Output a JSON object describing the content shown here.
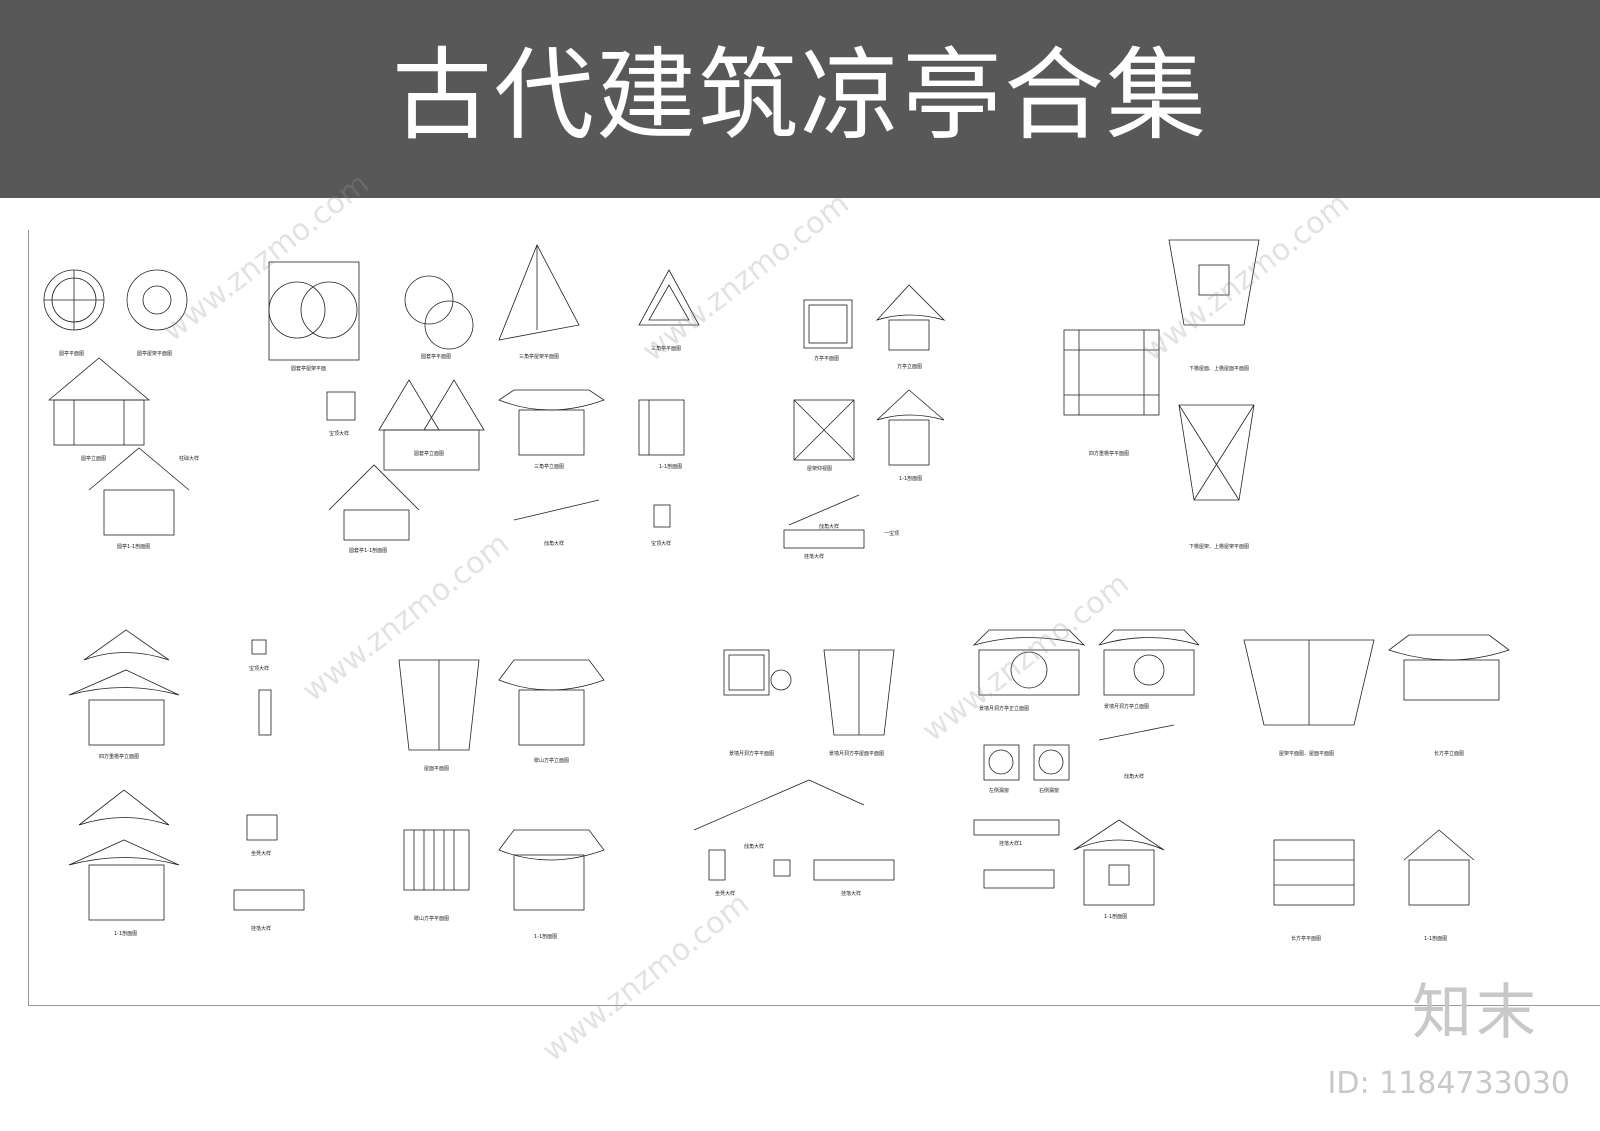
{
  "title": "古代建筑凉亭合集",
  "brand": "知末",
  "id_label": "ID: 1184733030",
  "watermark": "www.znzmo.com",
  "colors": {
    "banner": "#585858",
    "line": "#222222"
  },
  "drawings": [
    {
      "group": "round-pavilion",
      "labels": [
        "圆亭平面图",
        "圆亭屋架平面图",
        "圆亭立面图",
        "柱础大样",
        "圆亭1-1剖面图"
      ]
    },
    {
      "group": "double-round-pavilion",
      "labels": [
        "圆套亭屋架平面",
        "圆套亭平面图",
        "宝顶大样",
        "圆套亭立面图",
        "圆套亭1-1剖面图"
      ]
    },
    {
      "group": "triangle-pavilion",
      "labels": [
        "三角亭屋架平面图",
        "三角亭平面图",
        "三角亭立面图",
        "1-1剖面图",
        "戗角大样",
        "宝顶大样"
      ]
    },
    {
      "group": "square-pavilion",
      "labels": [
        "方亭平面图",
        "方亭立面图",
        "屋架仰视图",
        "1-1剖面图",
        "一宝顶",
        "戗角大样",
        "挂落大样"
      ]
    },
    {
      "group": "four-square-double-eave",
      "labels": [
        "四方重檐亭平面图",
        "下檐屋面、上檐屋面平面图",
        "下檐屋架、上檐屋架平面图"
      ]
    },
    {
      "group": "double-eave-elevation",
      "labels": [
        "四方重檐亭立面图",
        "宝顶大样",
        "坐凳大样",
        "挂落大样",
        "1-1剖面图"
      ]
    },
    {
      "group": "xieshan-square",
      "labels": [
        "屋面平面图",
        "歇山方亭立面图",
        "歇山方亭平面图",
        "1-1剖面图"
      ]
    },
    {
      "group": "jingqiang-pavilion",
      "labels": [
        "景墙月洞方亭平面图",
        "景墙月洞方亭屋面平面图",
        "戗角大样",
        "坐凳大样",
        "挂落大样"
      ]
    },
    {
      "group": "moon-gate",
      "labels": [
        "景墙月洞方亭正立面图",
        "景墙月洞方亭立面图",
        "左侧漏窗",
        "右侧漏窗",
        "戗角大样",
        "挂落大样1",
        "1-1剖面图"
      ]
    },
    {
      "group": "rectangle-pavilion",
      "labels": [
        "屋架平面图、屋面平面图",
        "长方亭立面图",
        "长方亭平面图",
        "1-1剖面图"
      ]
    }
  ]
}
